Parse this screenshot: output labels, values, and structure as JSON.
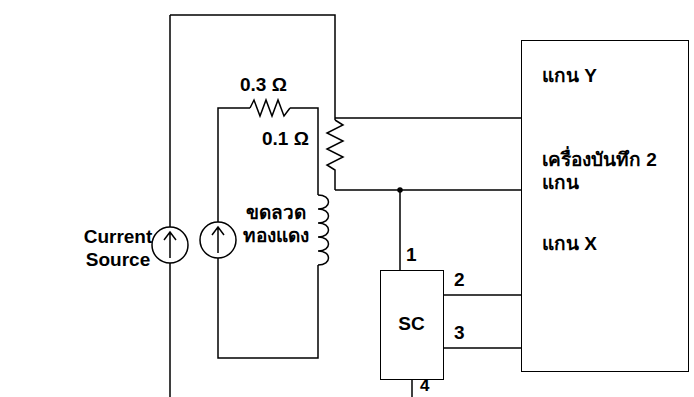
{
  "diagram": {
    "nodes": [
      {
        "text": [
          "SC"
        ]
      },
      {
        "text": [
          "แกน Y",
          "เครื่องบันทึก 2 แกน",
          "แกน X"
        ]
      }
    ],
    "edges": [
      {
        "from": 0,
        "to": 1,
        "arrow": "none",
        "label": "2"
      },
      {
        "from": 0,
        "to": 1,
        "arrow": "none",
        "label": "3"
      }
    ],
    "labels": [
      "Current Source",
      "0.1 Ω",
      "0.3 Ω",
      "ขดลวด ทองแดง",
      "1",
      "4"
    ]
  }
}
